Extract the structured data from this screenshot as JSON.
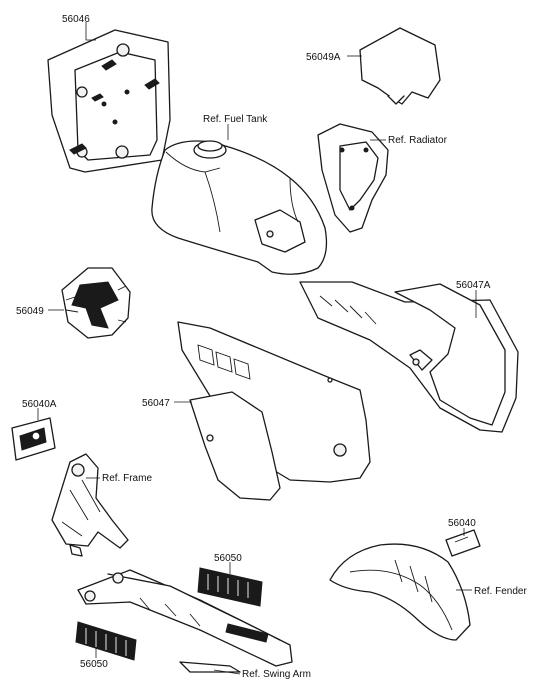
{
  "labels": {
    "p56046": "56046",
    "p56049A": "56049A",
    "ref_fuel_tank": "Ref. Fuel Tank",
    "ref_radiator": "Ref. Radiator",
    "p56049": "56049",
    "p56047A": "56047A",
    "p56040A": "56040A",
    "p56047": "56047",
    "ref_frame": "Ref. Frame",
    "p56040": "56040",
    "p56050_top": "56050",
    "ref_fender": "Ref. Fender",
    "p56050_bottom": "56050",
    "ref_swing_arm": "Ref. Swing Arm"
  }
}
